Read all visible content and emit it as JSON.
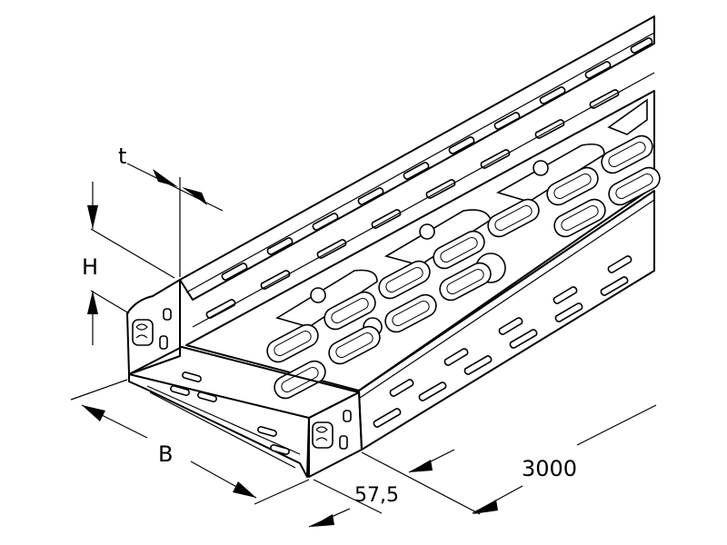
{
  "dimensions": {
    "thickness_label": "t",
    "height_label": "H",
    "width_label": "B",
    "length_label": "3000",
    "offset_label": "57,5"
  }
}
